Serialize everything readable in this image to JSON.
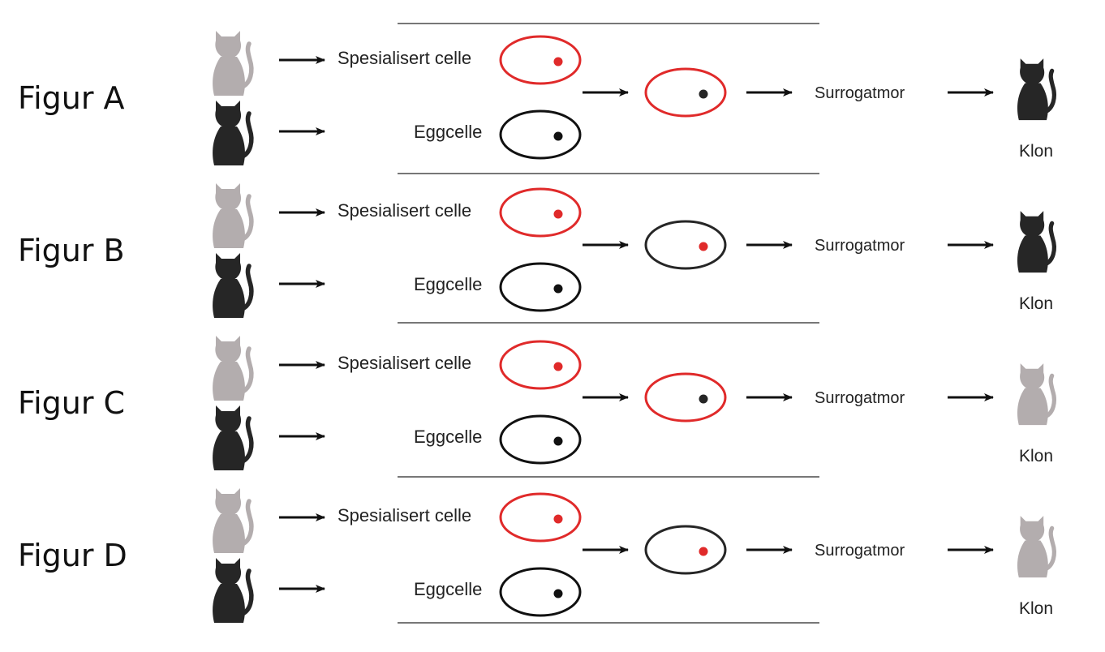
{
  "colors": {
    "gray_cat": "#b3adae",
    "black_cat": "#262626",
    "red": "#e02a2a",
    "black": "#111111",
    "line": "#777777"
  },
  "rows": [
    {
      "figure_label": "Figur A",
      "specialized_cell_label": "Spesialisert celle",
      "egg_cell_label": "Eggcelle",
      "fused_cell": {
        "membrane": "red",
        "nucleus": "black"
      },
      "surrogate_label": "Surrogatmor",
      "clone_label": "Klon",
      "clone_color": "black"
    },
    {
      "figure_label": "Figur B",
      "specialized_cell_label": "Spesialisert celle",
      "egg_cell_label": "Eggcelle",
      "fused_cell": {
        "membrane": "black",
        "nucleus": "red"
      },
      "surrogate_label": "Surrogatmor",
      "clone_label": "Klon",
      "clone_color": "black"
    },
    {
      "figure_label": "Figur C",
      "specialized_cell_label": "Spesialisert celle",
      "egg_cell_label": "Eggcelle",
      "fused_cell": {
        "membrane": "red",
        "nucleus": "black"
      },
      "surrogate_label": "Surrogatmor",
      "clone_label": "Klon",
      "clone_color": "gray"
    },
    {
      "figure_label": "Figur D",
      "specialized_cell_label": "Spesialisert celle",
      "egg_cell_label": "Eggcelle",
      "fused_cell": {
        "membrane": "black",
        "nucleus": "red"
      },
      "surrogate_label": "Surrogatmor",
      "clone_label": "Klon",
      "clone_color": "gray"
    }
  ]
}
